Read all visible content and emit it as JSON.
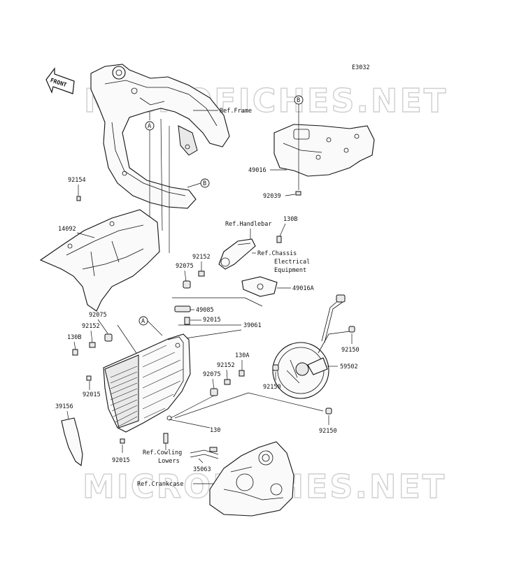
{
  "diagram_code": "E3032",
  "watermark_top": "MICROFICHES.NET",
  "watermark_bottom": "MICROFICHES.NET",
  "front_arrow": "FRONT",
  "callouts": {
    "A1": "A",
    "A2": "A",
    "B1": "B",
    "B2": "B"
  },
  "references": {
    "frame": "Ref.Frame",
    "handlebar": "Ref.Handlebar",
    "chassis_1": "Ref.Chassis",
    "chassis_2": "Electrical",
    "chassis_3": "Equipment",
    "cowling_1": "Ref.Cowling",
    "cowling_2": "Lowers",
    "crankcase": "Ref.Crankcase"
  },
  "part_numbers": {
    "p92154": "92154",
    "p14092": "14092",
    "p49016": "49016",
    "p92039": "92039",
    "p130B_top": "130B",
    "p92152_top": "92152",
    "p92075_top": "92075",
    "p49016A": "49016A",
    "p49085": "49085",
    "p92015_top": "92015",
    "p39061": "39061",
    "p92075_left": "92075",
    "p92152_left": "92152",
    "p130B_left": "130B",
    "p92150_top": "92150",
    "p130A": "130A",
    "p92152_mid": "92152",
    "p92075_mid": "92075",
    "p59502": "59502",
    "p92015_left": "92015",
    "p92150_mid": "92150",
    "p39156": "39156",
    "p130": "130",
    "p92150_bot": "92150",
    "p92015_bot": "92015",
    "p35063": "35063"
  }
}
